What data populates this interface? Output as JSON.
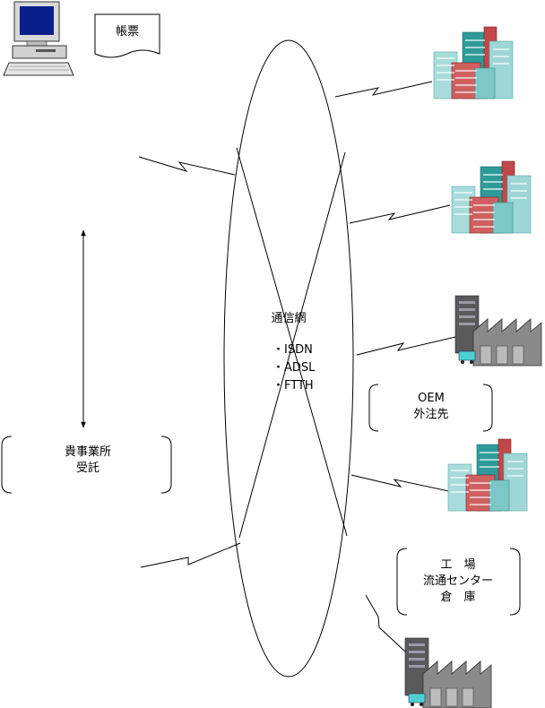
{
  "document_label": "帳票",
  "network": {
    "title": "通信網",
    "items": [
      "・ISDN",
      "・ADSL",
      "・FTTH"
    ]
  },
  "client_group": {
    "line1": "貴事業所",
    "line2": "受託"
  },
  "oem_group": {
    "line1": "OEM",
    "line2": "外注先"
  },
  "factory_group": {
    "line1": "工　場",
    "line2": "流通センター",
    "line3": "倉　庫"
  },
  "icons": {
    "computer": "desktop-computer-icon",
    "document": "document-icon",
    "office_building": "office-building-icon",
    "factory": "factory-icon",
    "link": "lightning-link-icon"
  },
  "colors": {
    "line": "#000000",
    "building_teal": "#2f9a9a",
    "building_light": "#9fd6d6",
    "building_red": "#c04848",
    "factory_gray": "#8a8a8a",
    "monitor_screen": "#0a1f8c"
  }
}
